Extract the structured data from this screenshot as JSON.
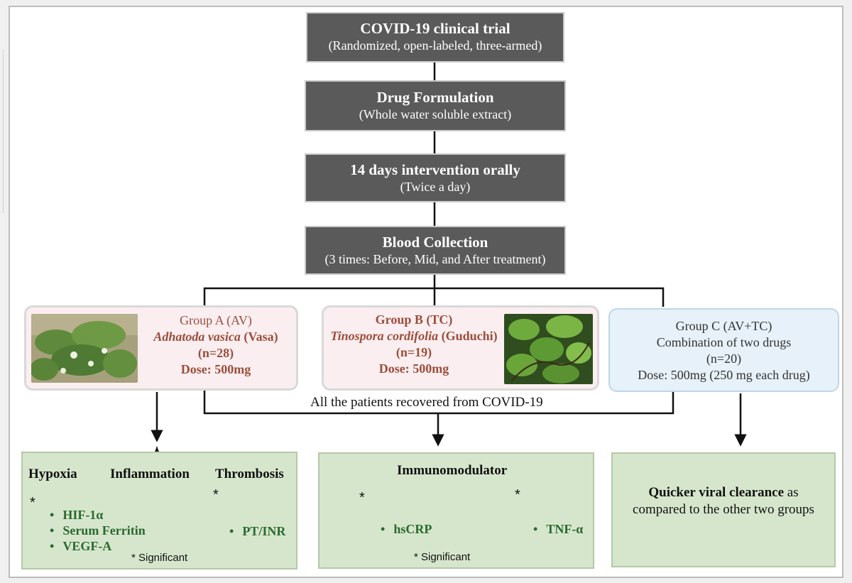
{
  "boxes": [
    {
      "title": "COVID-19 clinical trial",
      "sub": "(Randomized, open-labeled, three-armed)"
    },
    {
      "title": "Drug Formulation",
      "sub": "(Whole water soluble extract)"
    },
    {
      "title": "14 days intervention orally",
      "sub": "(Twice a day)"
    },
    {
      "title": "Blood Collection",
      "sub": "(3 times: Before, Mid, and After treatment)"
    }
  ],
  "groups": {
    "a": {
      "name": "Group A (AV)",
      "species": "Adhatoda vasica",
      "common": " (Vasa)",
      "n": "(n=28)",
      "dose": "Dose: 500mg"
    },
    "b": {
      "name": "Group B (TC)",
      "species": "Tinospora cordifolia",
      "common": " (Guduchi)",
      "n": "(n=19)",
      "dose": "Dose: 500mg"
    },
    "c": {
      "name": "Group C (AV+TC)",
      "desc": "Combination of two drugs",
      "n": "(n=20)",
      "dose": "Dose: 500mg (250 mg each drug)"
    }
  },
  "recovered_text": "All the patients recovered from COVID-19",
  "results": {
    "a": {
      "labels": [
        "Hypoxia",
        "Inflammation",
        "Thrombosis"
      ],
      "down_items": [
        "HIF-1α",
        "Serum Ferritin",
        "VEGF-A"
      ],
      "up_items": [
        "PT/INR"
      ],
      "star": "*",
      "significant": "* Significant"
    },
    "b": {
      "title": "Immunomodulator",
      "down_items": [
        "hsCRP"
      ],
      "up_items": [
        "TNF-α"
      ],
      "star": "*",
      "significant": "* Significant"
    },
    "c": {
      "bold_text": "Quicker viral clearance",
      "rest_text": " as compared to the other two groups"
    }
  },
  "colors": {
    "box": "#5a5a5a",
    "arrow_green": "#2e7d32",
    "result_bg": "#d6e6cc",
    "group_pink": "#fbeef1",
    "group_blue": "#e6f1fa",
    "group_text": "#9b4e3a"
  }
}
